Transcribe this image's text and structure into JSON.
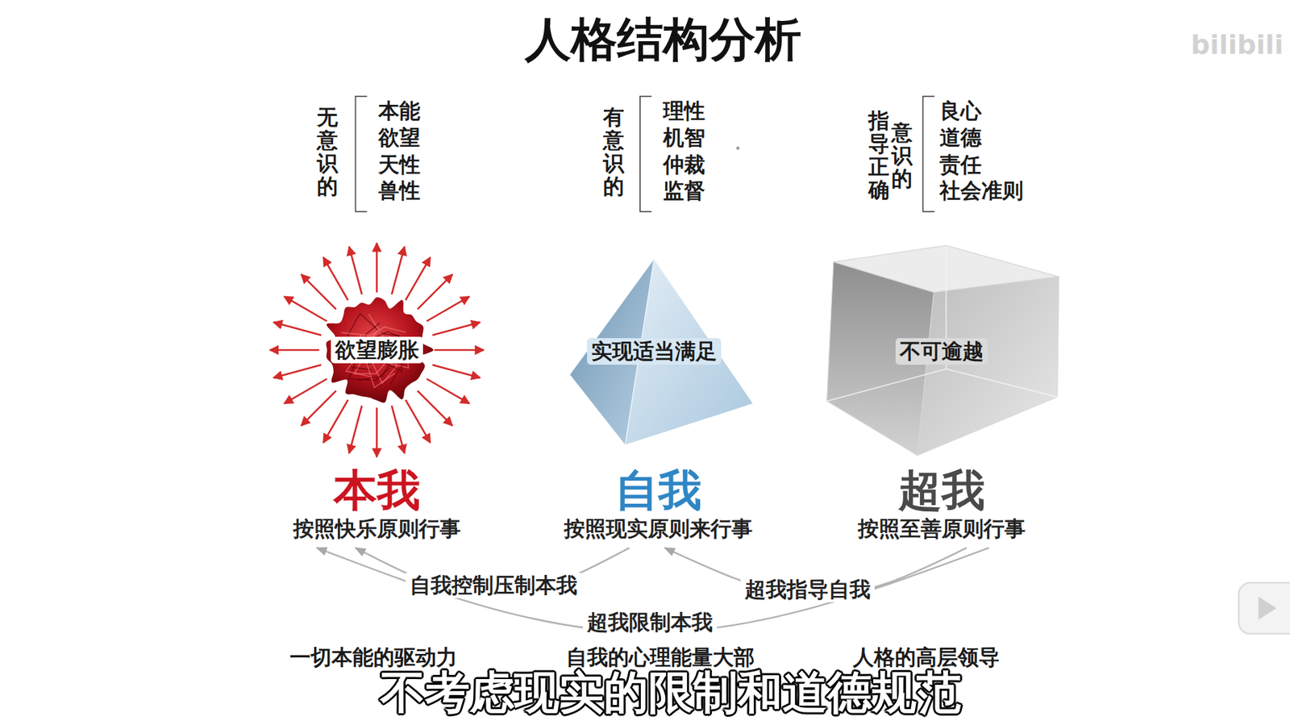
{
  "diagram": {
    "title": "人格结构分析",
    "caption": "不考虑现实的限制和道德规范",
    "nodes": [
      {
        "text": [
          "欲望膨胀",
          "本我",
          "按照快乐原则行事"
        ]
      },
      {
        "text": [
          "实现适当满足",
          "自我",
          "按照现实原则来行事"
        ]
      },
      {
        "text": [
          "不可逾越",
          "超我",
          "按照至善原则行事"
        ]
      }
    ],
    "edges": [
      {
        "from": 1,
        "to": 0,
        "label": "自我控制压制本我",
        "arrow": "to"
      },
      {
        "from": 2,
        "to": 1,
        "label": "超我指导自我",
        "arrow": "to"
      },
      {
        "from": 2,
        "to": 0,
        "label": "超我限制本我",
        "arrow": "to"
      }
    ],
    "labels": [
      "bilibili",
      "无意识的",
      "本能",
      "欲望",
      "天性",
      "兽性",
      "有意识的",
      "理性",
      "机智",
      "仲裁",
      "监督",
      "指导正确",
      "意识的",
      "良心",
      "道德",
      "责任",
      "社会准则",
      "一切本能的驱动力",
      "自我的心理能量大部",
      "人格的高层领导"
    ]
  }
}
